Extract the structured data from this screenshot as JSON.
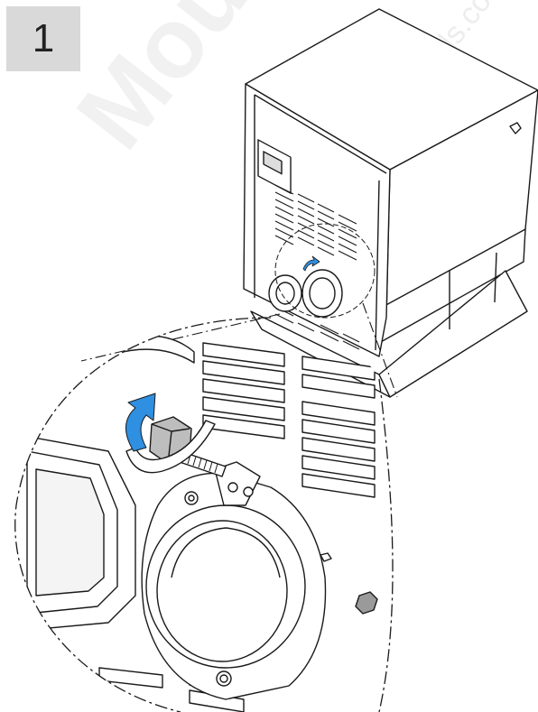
{
  "step": {
    "number": "1"
  },
  "watermark": {
    "main": "Mountain",
    "sub": "manuals.com"
  },
  "colors": {
    "arrow": "#2f8fe0",
    "line": "#1a1a1a",
    "badge": "#d9d9d9"
  },
  "icons": [
    "rotate-arrow-icon"
  ]
}
